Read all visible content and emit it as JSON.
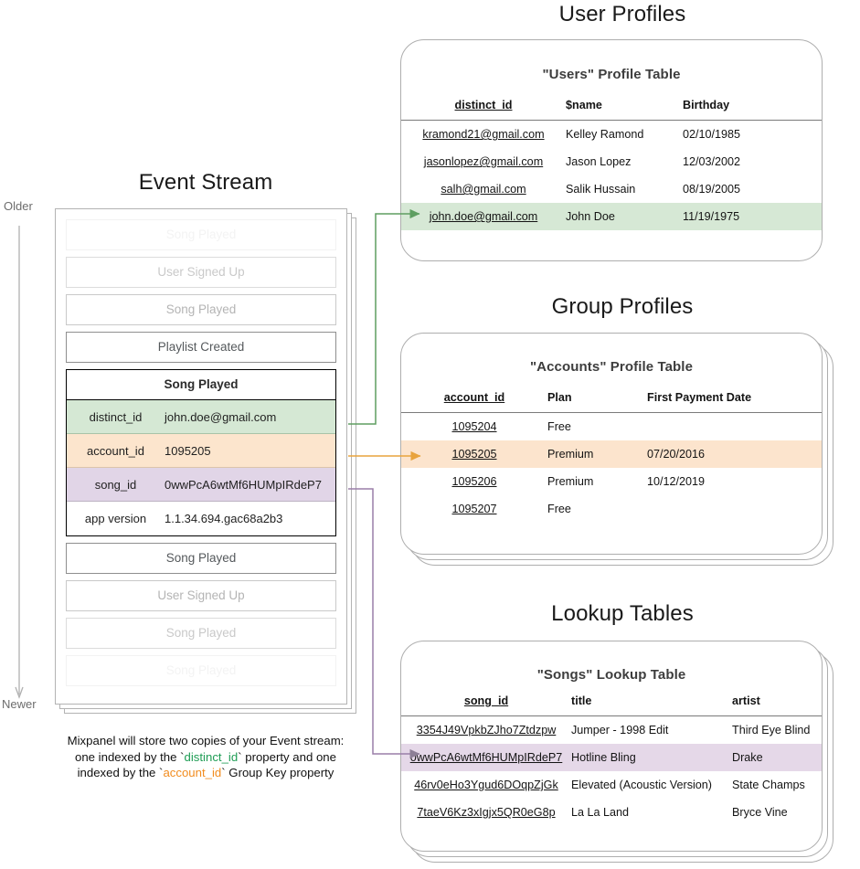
{
  "sections": {
    "user_profiles_title": "User Profiles",
    "group_profiles_title": "Group Profiles",
    "lookup_tables_title": "Lookup Tables",
    "event_stream_title": "Event Stream"
  },
  "time_axis": {
    "older_label": "Older",
    "newer_label": "Newer"
  },
  "event_stream": {
    "events_before": [
      {
        "label": "Song Played",
        "fade": 0
      },
      {
        "label": "User Signed Up",
        "fade": 1
      },
      {
        "label": "Song Played",
        "fade": 2
      },
      {
        "label": "Playlist Created",
        "fade": 3
      }
    ],
    "expanded_event": {
      "name": "Song Played",
      "properties": [
        {
          "key": "distinct_id",
          "value": "john.doe@gmail.com",
          "highlight": "green"
        },
        {
          "key": "account_id",
          "value": "1095205",
          "highlight": "orange"
        },
        {
          "key": "song_id",
          "value": "0wwPcA6wtMf6HUMpIRdeP7",
          "highlight": "purple"
        },
        {
          "key": "app version",
          "value": "1.1.34.694.gac68a2b3",
          "highlight": "plain"
        }
      ]
    },
    "events_after": [
      {
        "label": "Song Played",
        "fade": 3
      },
      {
        "label": "User Signed Up",
        "fade": 2
      },
      {
        "label": "Song Played",
        "fade": 1
      },
      {
        "label": "Song Played",
        "fade": 0
      }
    ],
    "caption": {
      "line1": "Mixpanel will store two copies of your Event stream:",
      "line2_a": "one indexed by the `",
      "line2_token": "distinct_id",
      "line2_b": "` property and one",
      "line3_a": "indexed by the `",
      "line3_token": "account_id",
      "line3_b": "` Group Key property"
    }
  },
  "users_table": {
    "title": "\"Users\" Profile Table",
    "columns": [
      "distinct_id",
      "$name",
      "Birthday"
    ],
    "rows": [
      {
        "cells": [
          "kramond21@gmail.com",
          "Kelley Ramond",
          "02/10/1985"
        ],
        "highlight": ""
      },
      {
        "cells": [
          "jasonlopez@gmail.com",
          "Jason Lopez",
          "12/03/2002"
        ],
        "highlight": ""
      },
      {
        "cells": [
          "salh@gmail.com",
          "Salik Hussain",
          "08/19/2005"
        ],
        "highlight": ""
      },
      {
        "cells": [
          "john.doe@gmail.com",
          "John Doe",
          "11/19/1975"
        ],
        "highlight": "green"
      }
    ]
  },
  "accounts_table": {
    "title": "\"Accounts\" Profile Table",
    "columns": [
      "account_id",
      "Plan",
      "First Payment Date"
    ],
    "rows": [
      {
        "cells": [
          "1095204",
          "Free",
          ""
        ],
        "highlight": ""
      },
      {
        "cells": [
          "1095205",
          "Premium",
          "07/20/2016"
        ],
        "highlight": "orange"
      },
      {
        "cells": [
          "1095206",
          "Premium",
          "10/12/2019"
        ],
        "highlight": ""
      },
      {
        "cells": [
          "1095207",
          "Free",
          ""
        ],
        "highlight": ""
      }
    ]
  },
  "songs_table": {
    "title": "\"Songs\" Lookup Table",
    "columns": [
      "song_id",
      "title",
      "artist"
    ],
    "rows": [
      {
        "cells": [
          "3354J49VpkbZJho7Ztdzpw",
          "Jumper - 1998 Edit",
          "Third Eye Blind"
        ],
        "highlight": ""
      },
      {
        "cells": [
          "0wwPcA6wtMf6HUMpIRdeP7",
          "Hotline Bling",
          "Drake"
        ],
        "highlight": "purple"
      },
      {
        "cells": [
          "46rv0eHo3Ygud6DOqpZjGk",
          "Elevated (Acoustic Version)",
          "State Champs"
        ],
        "highlight": ""
      },
      {
        "cells": [
          "7taeV6Kz3xIgjx5QR0eG8p",
          "La La Land",
          "Bryce Vine"
        ],
        "highlight": ""
      }
    ]
  },
  "colors": {
    "green": "#d5e8d4",
    "orange": "#fce5cd",
    "purple": "#e1d5e7",
    "connector_green": "#5e9e61",
    "connector_orange": "#e8a33d",
    "connector_purple": "#9a7fa8",
    "card_border": "#aeaeae"
  }
}
